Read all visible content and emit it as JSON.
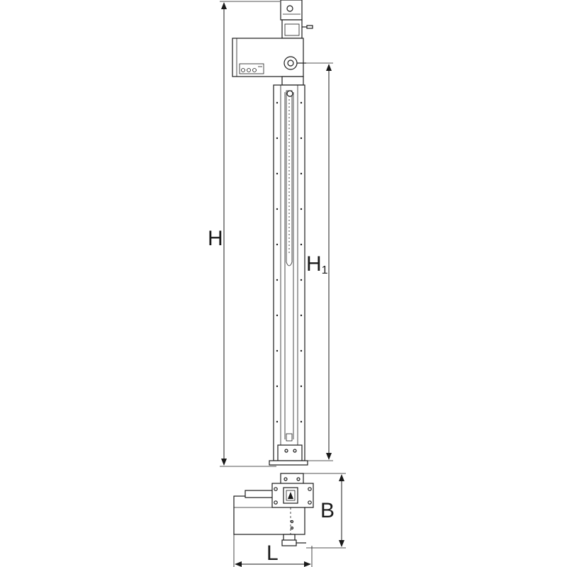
{
  "labels": {
    "height_total": "H",
    "height_column_main": "H",
    "height_column_sub": "1",
    "depth": "B",
    "length": "L"
  },
  "colors": {
    "stroke": "#1a1a1a",
    "background": "#ffffff"
  }
}
